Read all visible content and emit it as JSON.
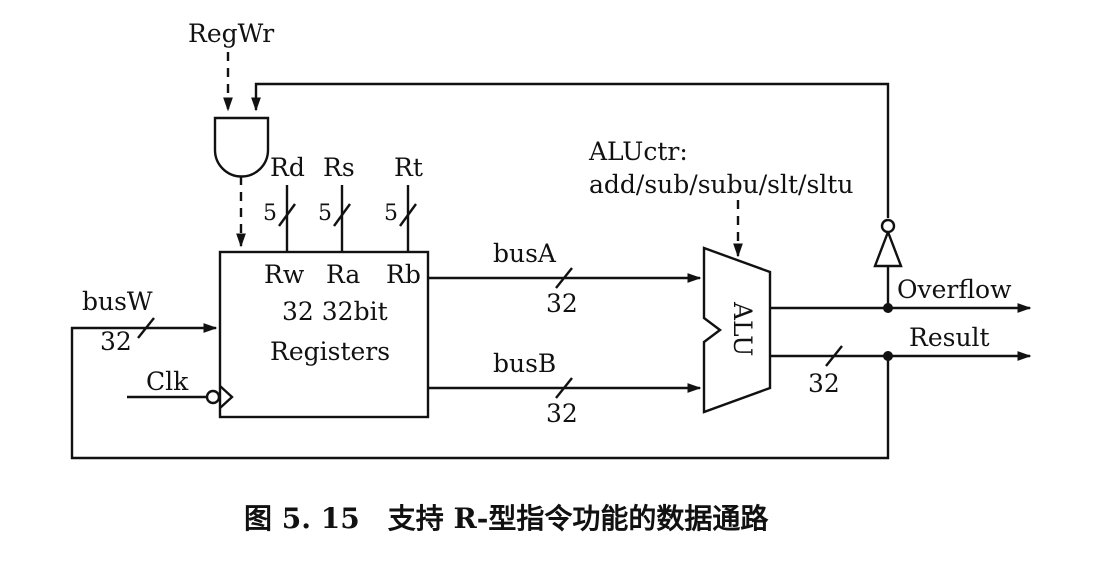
{
  "signals": {
    "regwr": "RegWr",
    "aluctr": "ALUctr:",
    "aluctr_ops": "add/sub/subu/slt/sltu",
    "rd": "Rd",
    "rs": "Rs",
    "rt": "Rt",
    "bus_a": "busA",
    "bus_b": "busB",
    "bus_w": "busW",
    "clk": "Clk",
    "overflow": "Overflow",
    "result": "Result"
  },
  "widths": {
    "rd_width": "5",
    "rs_width": "5",
    "rt_width": "5",
    "bus_a_width": "32",
    "bus_b_width": "32",
    "bus_w_width": "32",
    "result_width": "32"
  },
  "register_file": {
    "port_w": "Rw",
    "port_a": "Ra",
    "port_b": "Rb",
    "line1": "32 32bit",
    "line2": "Registers"
  },
  "alu": {
    "label": "ALU"
  },
  "caption": "图 5. 15　支持 R-型指令功能的数据通路",
  "colors": {
    "ink": "#111111",
    "background": "#ffffff"
  }
}
